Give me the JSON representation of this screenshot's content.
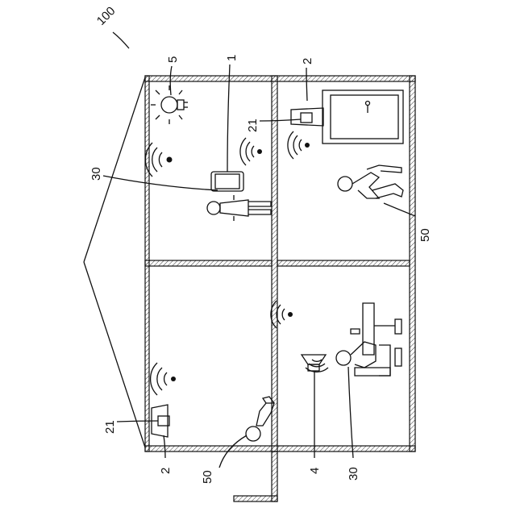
{
  "figure": {
    "labels": {
      "house": "100",
      "smartphone": "1",
      "bulb": "5",
      "camera_top": "2",
      "camera_top_inner": "21",
      "camera_bottom": "2",
      "camera_bottom_inner": "21",
      "person_left": "30",
      "person_bottom": "30",
      "person_right": "50",
      "person_bottom_left": "50",
      "speaker": "4"
    }
  }
}
